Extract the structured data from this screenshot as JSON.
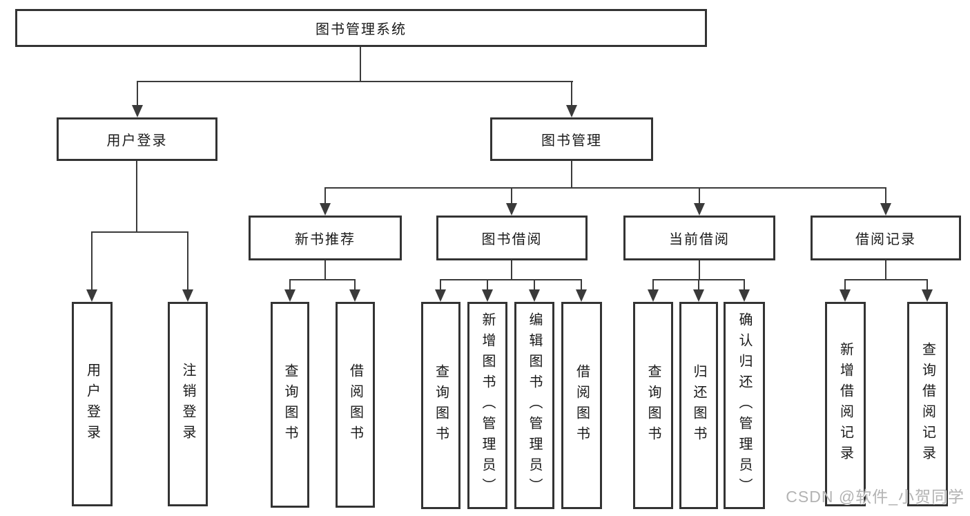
{
  "diagram": {
    "root_label": "图书管理系统",
    "level2": [
      {
        "label": "用户登录",
        "children": [
          "用户登录",
          "注销登录"
        ]
      },
      {
        "label": "图书管理",
        "groups": [
          {
            "label": "新书推荐",
            "children": [
              "查询图书",
              "借阅图书"
            ]
          },
          {
            "label": "图书借阅",
            "children": [
              "查询图书",
              "新增图书（管理员）",
              "编辑图书（管理员）",
              "借阅图书"
            ]
          },
          {
            "label": "当前借阅",
            "children": [
              "查询图书",
              "归还图书",
              "确认归还（管理员）"
            ]
          },
          {
            "label": "借阅记录",
            "children": [
              "新增借阅记录",
              "查询借阅记录"
            ]
          }
        ]
      }
    ],
    "watermark": "CSDN @软件_小贺同学",
    "colors": {
      "line": "#3a3a3a",
      "border": "#333333",
      "fill": "#ffffff",
      "text": "#1a1a1a",
      "watermark": "#b3b3b3"
    }
  }
}
